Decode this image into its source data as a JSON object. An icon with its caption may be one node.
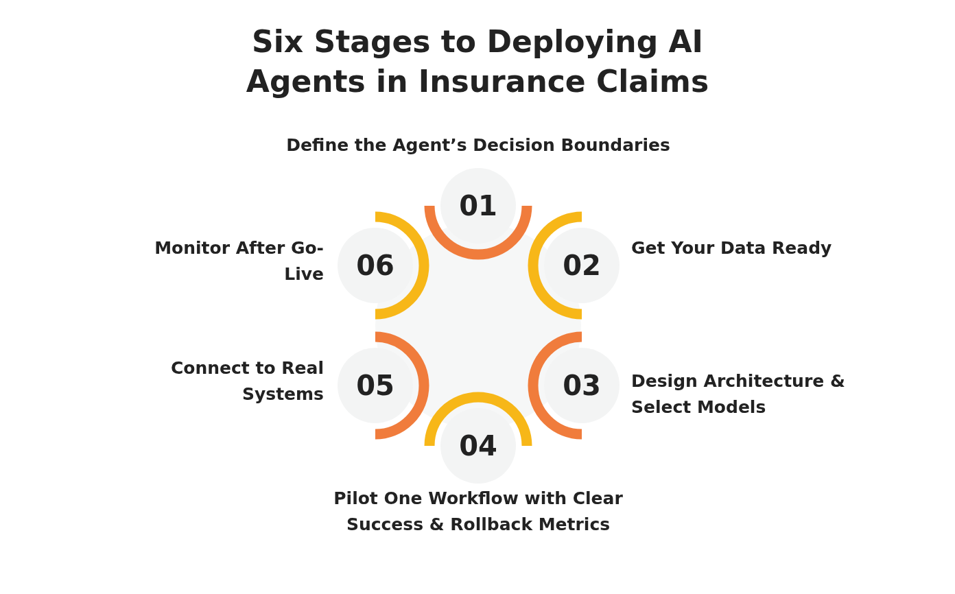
{
  "diagram": {
    "title": "Six Stages to Deploying AI Agents in Insurance Claims",
    "nodes": [
      {
        "text": [
          "01"
        ],
        "beside": [
          "Define the Agent’s Decision Boundaries"
        ]
      },
      {
        "text": [
          "02"
        ],
        "beside": [
          "Get Your Data Ready"
        ]
      },
      {
        "text": [
          "03"
        ],
        "beside": [
          "Design Architecture & Select Models"
        ]
      },
      {
        "text": [
          "04"
        ],
        "beside": [
          "Pilot One Workflow with Clear Success & Rollback Metrics"
        ]
      },
      {
        "text": [
          "05"
        ],
        "beside": [
          "Connect to Real Systems"
        ]
      },
      {
        "text": [
          "06"
        ],
        "beside": [
          "Monitor After Go-Live"
        ]
      }
    ]
  }
}
